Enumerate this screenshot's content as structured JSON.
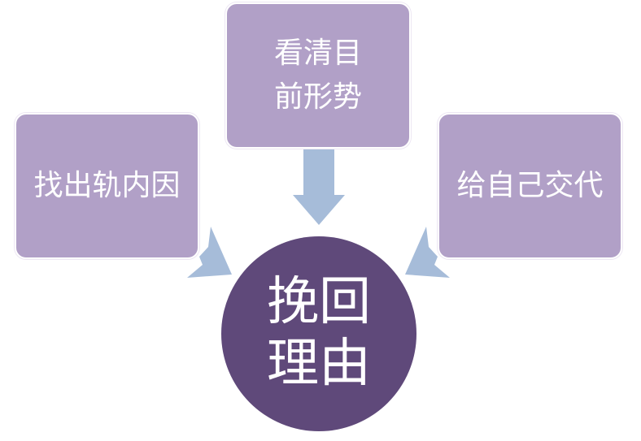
{
  "diagram": {
    "center": {
      "line1": "挽回",
      "line2": "理由"
    },
    "left_box": {
      "label": "找出轨内因"
    },
    "top_box": {
      "line1": "看清目",
      "line2": "前形势"
    },
    "right_box": {
      "label": "给自己交代"
    }
  },
  "colors": {
    "box_fill": "#b1a0c7",
    "center_fill": "#5f497a",
    "arrow_fill": "#a6bcd9",
    "text": "#ffffff"
  }
}
